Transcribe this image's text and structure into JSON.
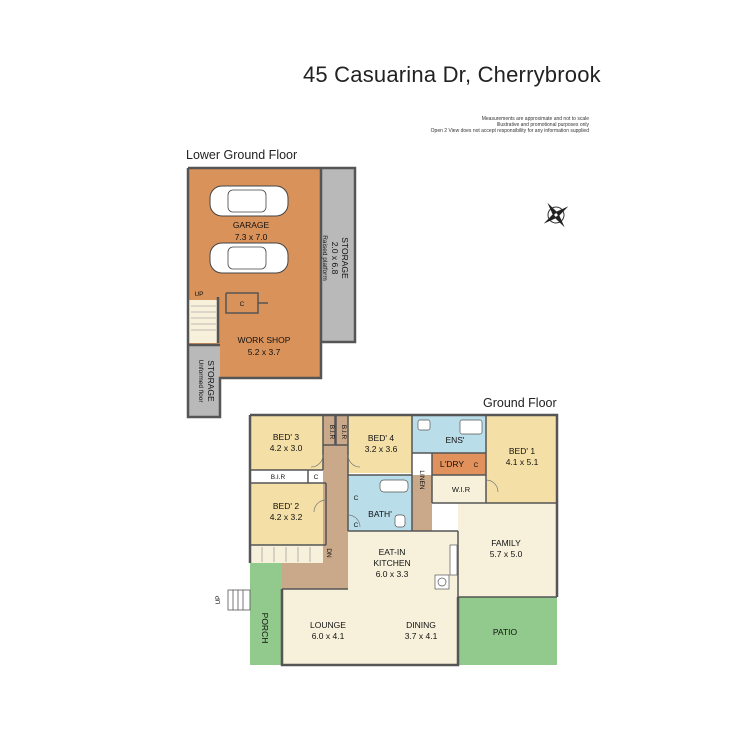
{
  "header": {
    "address": "45 Casuarina Dr, Cherrybrook",
    "disclaimer": [
      "Measurements are approximate and not to scale",
      "Illustrative and promotional purposes only",
      "Open 2 View does not accept responsibility for any information supplied"
    ]
  },
  "lower_floor": {
    "label": "Lower Ground Floor",
    "rooms": {
      "garage": {
        "name": "GARAGE",
        "size": "7.3 x 7.0"
      },
      "storage_main": {
        "name": "STORAGE",
        "size": "2.0 x 6.8",
        "note": "Raised platform"
      },
      "workshop": {
        "name": "WORK SHOP",
        "size": "5.2 x 3.7"
      },
      "storage_side": {
        "name": "STORAGE",
        "note": "Unformed floor"
      },
      "closet": "C",
      "up": "UP"
    }
  },
  "ground_floor": {
    "label": "Ground Floor",
    "rooms": {
      "bed3": {
        "name": "BED' 3",
        "size": "4.2 x 3.0"
      },
      "bir1": "B.I.R",
      "bir2": "B.I.R",
      "bed4": {
        "name": "BED' 4",
        "size": "3.2 x 3.6"
      },
      "ens": "ENS'",
      "ldry": "L'DRY",
      "bed1": {
        "name": "BED' 1",
        "size": "4.1 x 5.1"
      },
      "bir3": "B.I.R",
      "c": "C",
      "bed2": {
        "name": "BED' 2",
        "size": "4.2 x 3.2"
      },
      "bath": "BATH'",
      "linen": "LINEN",
      "wir": "W.I.R",
      "dn": "DN",
      "kitchen": {
        "name": "EAT-IN",
        "name2": "KITCHEN",
        "size": "6.0 x 3.3"
      },
      "family": {
        "name": "FAMILY",
        "size": "5.7 x 5.0"
      },
      "lounge": {
        "name": "LOUNGE",
        "size": "6.0 x 4.1"
      },
      "dining": {
        "name": "DINING",
        "size": "3.7 x 4.1"
      },
      "porch": "PORCH",
      "patio": "PATIO",
      "up": "UP"
    }
  },
  "colors": {
    "garage": "#d9925a",
    "storage": "#b9b9b9",
    "bedroom": "#f4e0a6",
    "living": "#f7f1dc",
    "wet": "#b9dde9",
    "laundry": "#e0915c",
    "hall": "#caa98a",
    "outdoor": "#92c98c",
    "wall": "#555555"
  },
  "compass_icon": "compass-rose-icon"
}
